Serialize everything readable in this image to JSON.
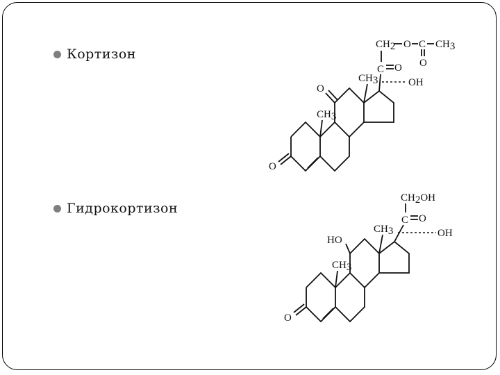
{
  "slide": {
    "bullets": [
      {
        "label": "Кортизон"
      },
      {
        "label": "Гидрокортизон"
      }
    ],
    "bullet_color": "#7f7f7f"
  },
  "cortisone_structure": {
    "side_chain_top": "CH₂–O–C–CH₃",
    "ch2": "CH",
    "ch2_sub": "2",
    "o": "O",
    "c": "C",
    "ch3": "CH",
    "ch3_sub": "3",
    "carbonyl_o": "O",
    "c20": "C",
    "c20_o": "O",
    "c18_methyl": "CH",
    "c18_sub": "3",
    "oh_17": "OH",
    "c11_o": "O",
    "c19_methyl": "CH",
    "c19_sub": "3",
    "c3_o": "O"
  },
  "hydrocortisone_structure": {
    "c21": "CH",
    "c21_sub": "2",
    "c21_oh": "OH",
    "c20": "C",
    "c20_o": "O",
    "c18_methyl": "CH",
    "c18_sub": "3",
    "oh_17": "OH",
    "ho_11": "HO",
    "c19_methyl": "CH",
    "c19_sub": "3",
    "c3_o": "O"
  }
}
